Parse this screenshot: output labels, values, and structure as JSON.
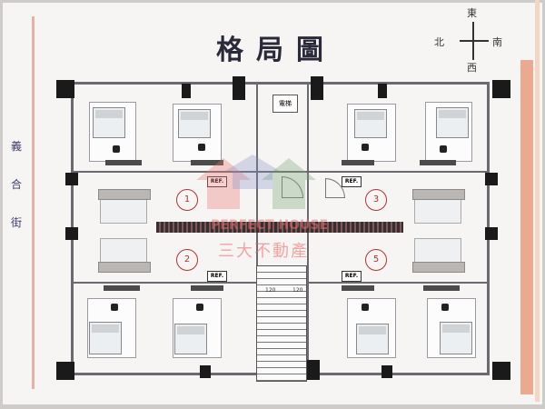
{
  "title": "格局圖",
  "compass": {
    "north": "北",
    "east": "東",
    "south": "南",
    "west": "西"
  },
  "street": "義合街",
  "plan": {
    "elevator_label": "電梯",
    "fridge_label": "REF.",
    "unit_markers": [
      "1",
      "2",
      "3",
      "5"
    ],
    "stair_dims": [
      "120",
      "120"
    ]
  },
  "watermark": {
    "en": "PERFECT HOUSE",
    "cn": "三大不動產"
  }
}
